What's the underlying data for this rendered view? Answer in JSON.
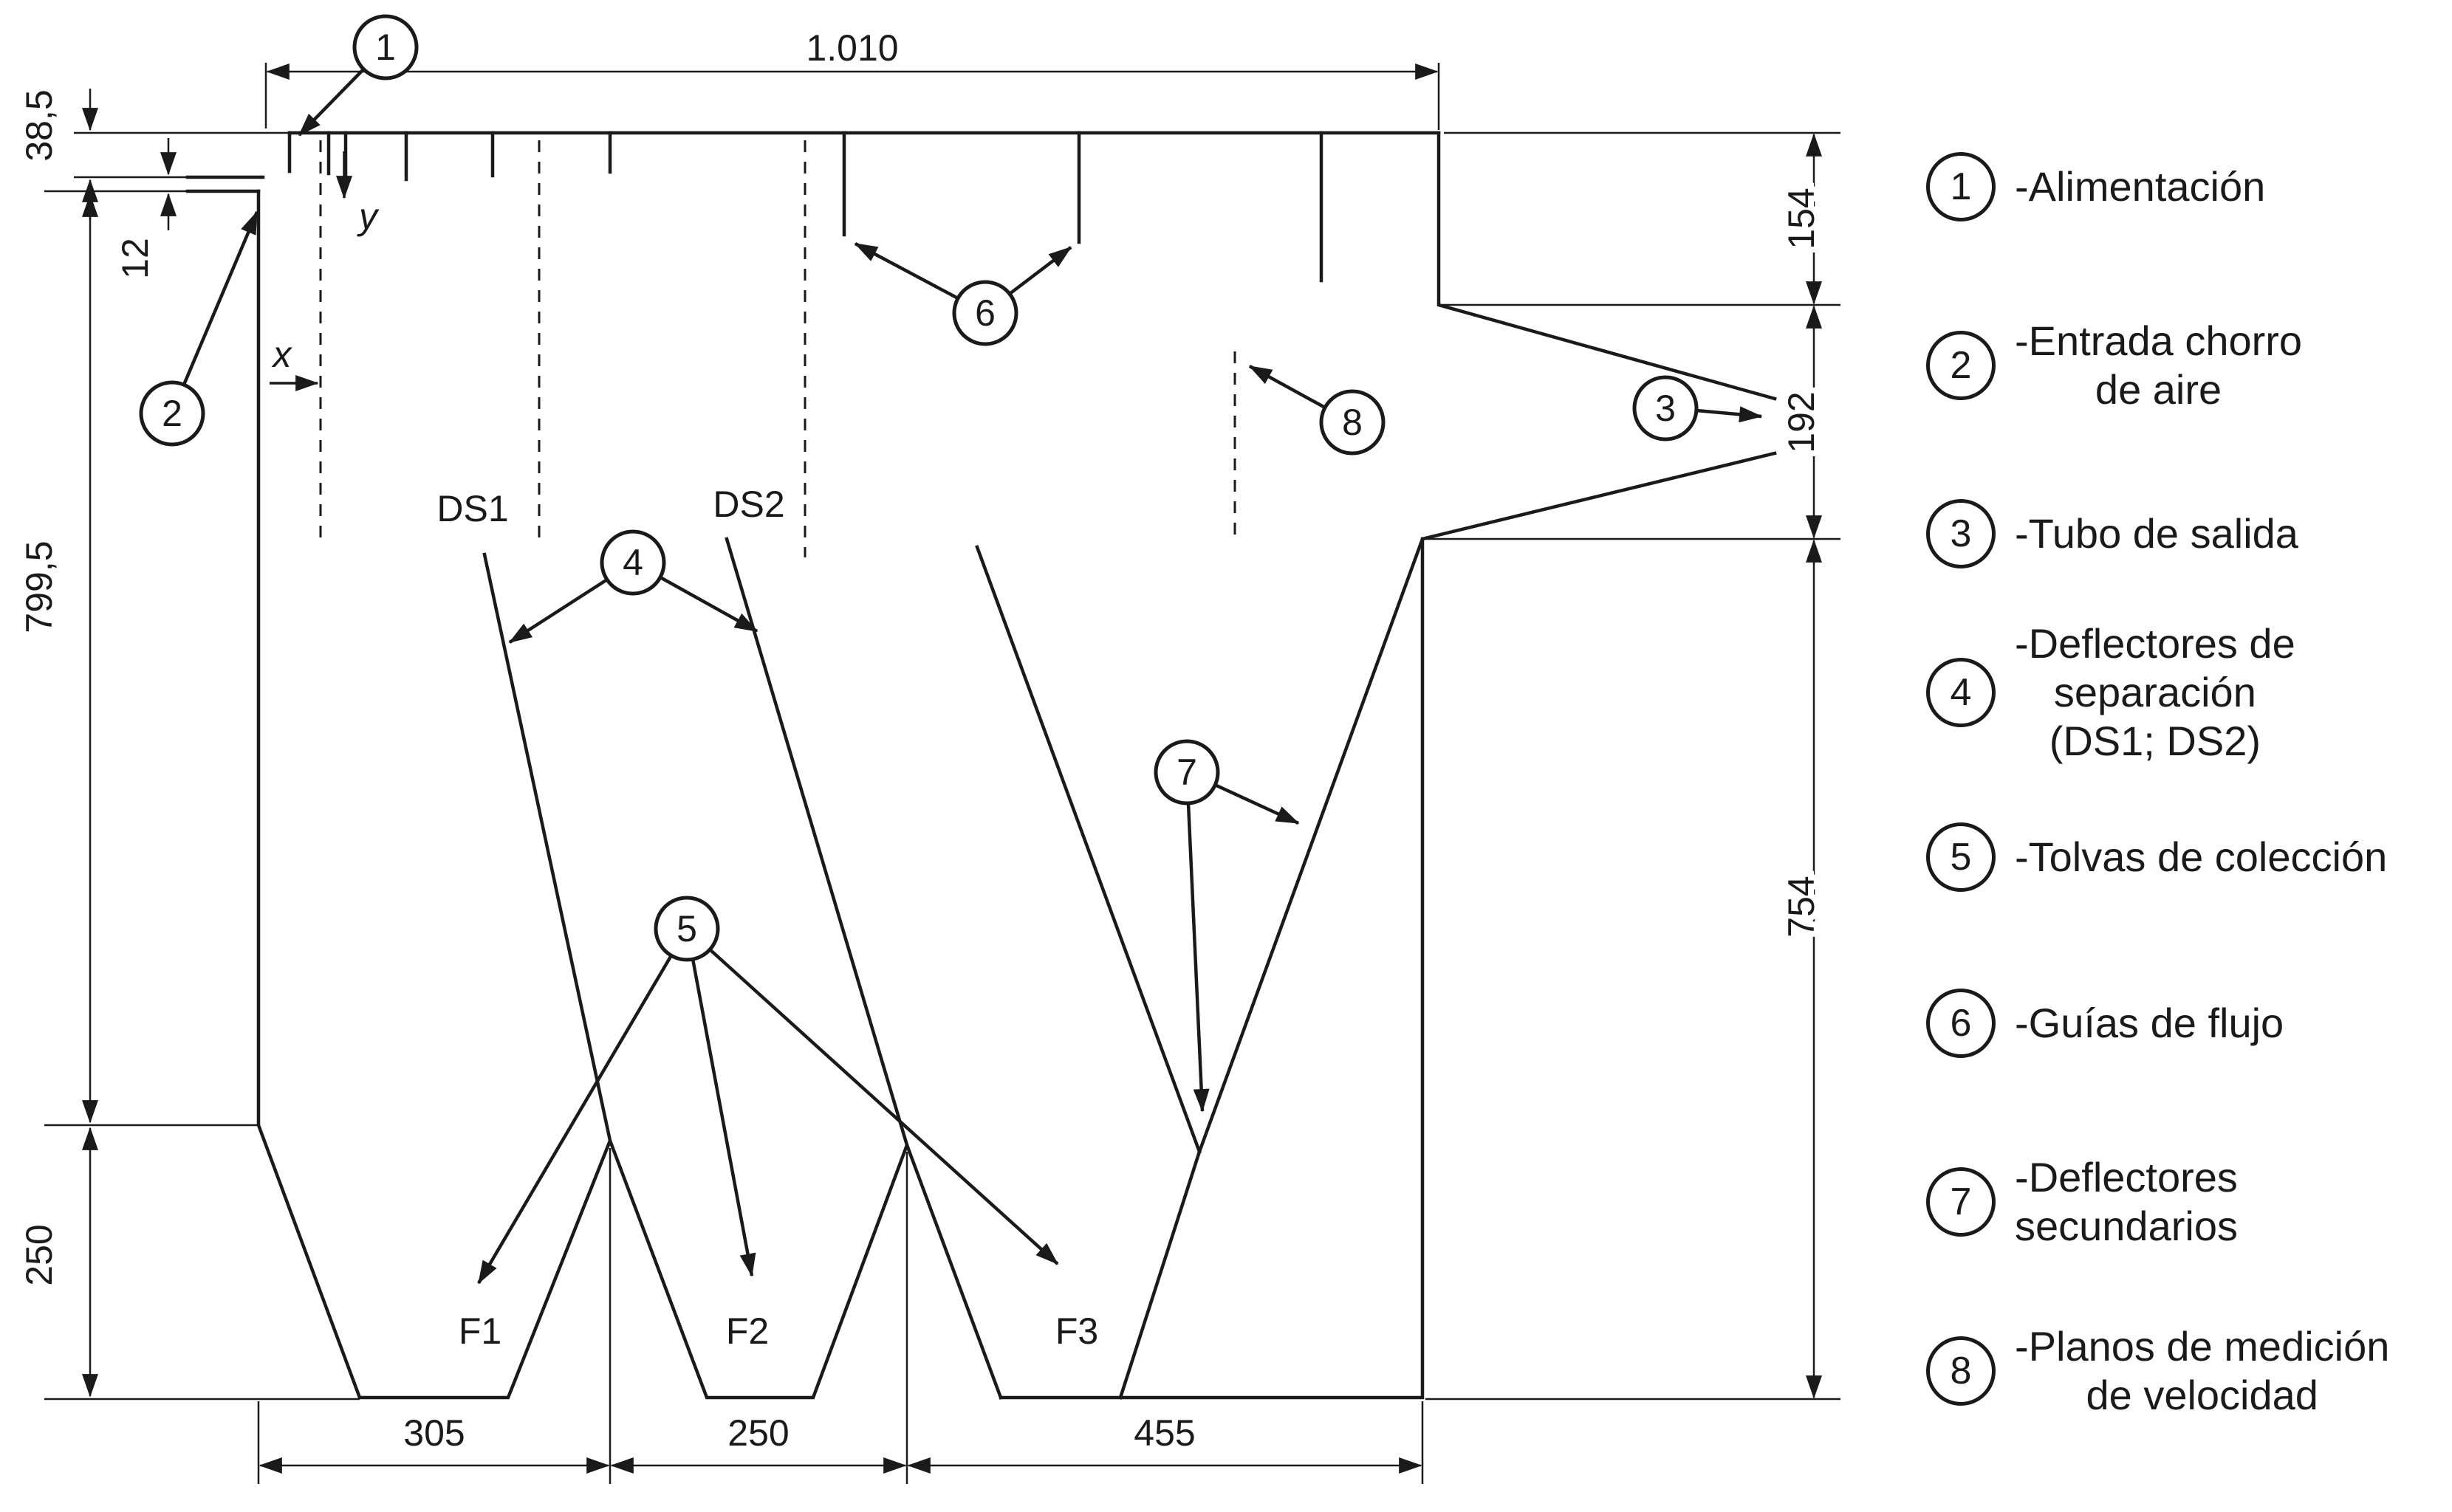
{
  "drawing": {
    "dimensions": {
      "top_width": "1.010",
      "feed_height": "38,5",
      "slot": "12",
      "left_height": "799,5",
      "left_bottom": "250",
      "right_top": "154",
      "outlet": "192",
      "right_bottom": "754",
      "hopper1": "305",
      "hopper2": "250",
      "hopper3": "455"
    },
    "labels": {
      "ds1": "DS1",
      "ds2": "DS2",
      "f1": "F1",
      "f2": "F2",
      "f3": "F3",
      "x_axis": "x",
      "y_axis": "y"
    },
    "callouts": {
      "c1": "1",
      "c2": "2",
      "c3": "3",
      "c4": "4",
      "c5": "5",
      "c6": "6",
      "c7": "7",
      "c8": "8"
    }
  },
  "legend": {
    "items": [
      {
        "number": "1",
        "lines": [
          "-Alimentación"
        ]
      },
      {
        "number": "2",
        "lines": [
          "-Entrada chorro",
          "de aire"
        ]
      },
      {
        "number": "3",
        "lines": [
          "-Tubo de salida"
        ]
      },
      {
        "number": "4",
        "lines": [
          "-Deflectores de",
          "separación",
          "(DS1; DS2)"
        ]
      },
      {
        "number": "5",
        "lines": [
          "-Tolvas de colección"
        ]
      },
      {
        "number": "6",
        "lines": [
          "-Guías de flujo"
        ]
      },
      {
        "number": "7",
        "lines": [
          "-Deflectores",
          "secundarios"
        ]
      },
      {
        "number": "8",
        "lines": [
          "-Planos de medición",
          "de velocidad"
        ]
      }
    ]
  }
}
